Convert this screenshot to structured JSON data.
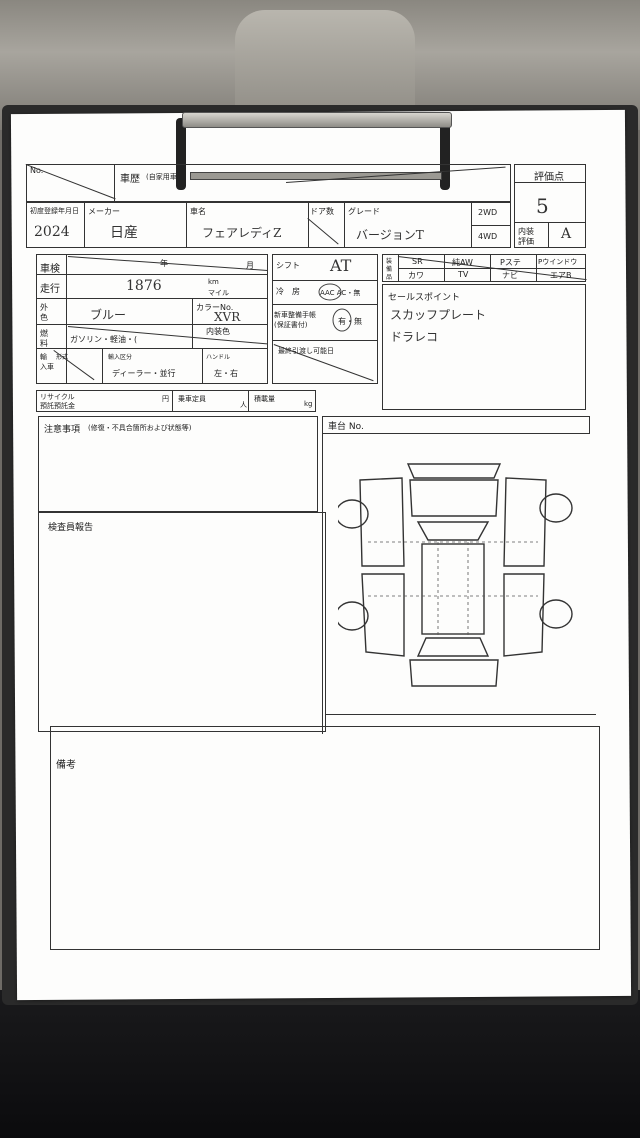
{
  "form": {
    "row1": {
      "no_label": "No.",
      "history_label": "車歴",
      "history_note": "(自家用車",
      "score_label": "評価点",
      "score_value": "5"
    },
    "row2": {
      "first_reg_label": "初度登録年月日",
      "first_reg_value": "2024",
      "maker_label": "メーカー",
      "maker_value": "日産",
      "model_label": "車名",
      "model_value": "フェアレディZ",
      "doors_label": "ドア数",
      "grade_label": "グレード",
      "grade_value": "バージョンT",
      "drive_2wd": "2WD",
      "drive_4wd": "4WD",
      "interior_label": "内装",
      "interior_label2": "評価",
      "interior_value": "A"
    },
    "inspection": {
      "label": "車検",
      "year": "年",
      "month": "月"
    },
    "mileage": {
      "label": "走行",
      "value": "1876",
      "unit_km": "km",
      "unit_mile": "マイル"
    },
    "exterior": {
      "label1": "外",
      "label2": "色",
      "value": "ブルー",
      "color_no_label": "カラーNo.",
      "color_no_value": "XVR",
      "interior_color_label": "内装色"
    },
    "fuel": {
      "label1": "燃",
      "label2": "料",
      "value": "ガソリン・軽油・("
    },
    "import": {
      "label1": "輸",
      "label2": "入車",
      "label3": "形式",
      "type_label": "輸入区分",
      "type_value": "ディーラー・並行",
      "handle_label": "ハンドル",
      "handle_value": "左・右"
    },
    "shift": {
      "label": "シフト",
      "value": "AT"
    },
    "ac": {
      "label": "冷　房",
      "options": "AAC AC・無"
    },
    "manual": {
      "label1": "新車整備手帳",
      "label2": "(保証書付)",
      "value": "有・無"
    },
    "handover": {
      "label": "最終引渡し可能日"
    },
    "equipment": {
      "side1": "装",
      "side2": "備",
      "side3": "品",
      "row1": [
        "SR",
        "純AW",
        "Pステ",
        "Pウインドウ"
      ],
      "row2": [
        "カワ",
        "TV",
        "ナビ",
        "エアB"
      ]
    },
    "sales_point": {
      "label": "セールスポイント",
      "line1": "スカッフプレート",
      "line2": "ドラレコ"
    },
    "recycle": {
      "label1": "リサイクル",
      "label2": "預託預託金",
      "yen": "円",
      "unit_label": "乗車定員",
      "person": "人",
      "load_label": "積載量",
      "kg": "kg"
    },
    "notes": {
      "label": "注意事項",
      "sub": "(修復・不具合箇所および状態等)"
    },
    "inspector": {
      "label": "検査員報告"
    },
    "chassis": {
      "label": "車台 No."
    },
    "remarks": {
      "label": "備考"
    }
  },
  "colors": {
    "paper": "#fdfdfc",
    "ink": "#333333",
    "clipboard": "#2a2a2a"
  }
}
